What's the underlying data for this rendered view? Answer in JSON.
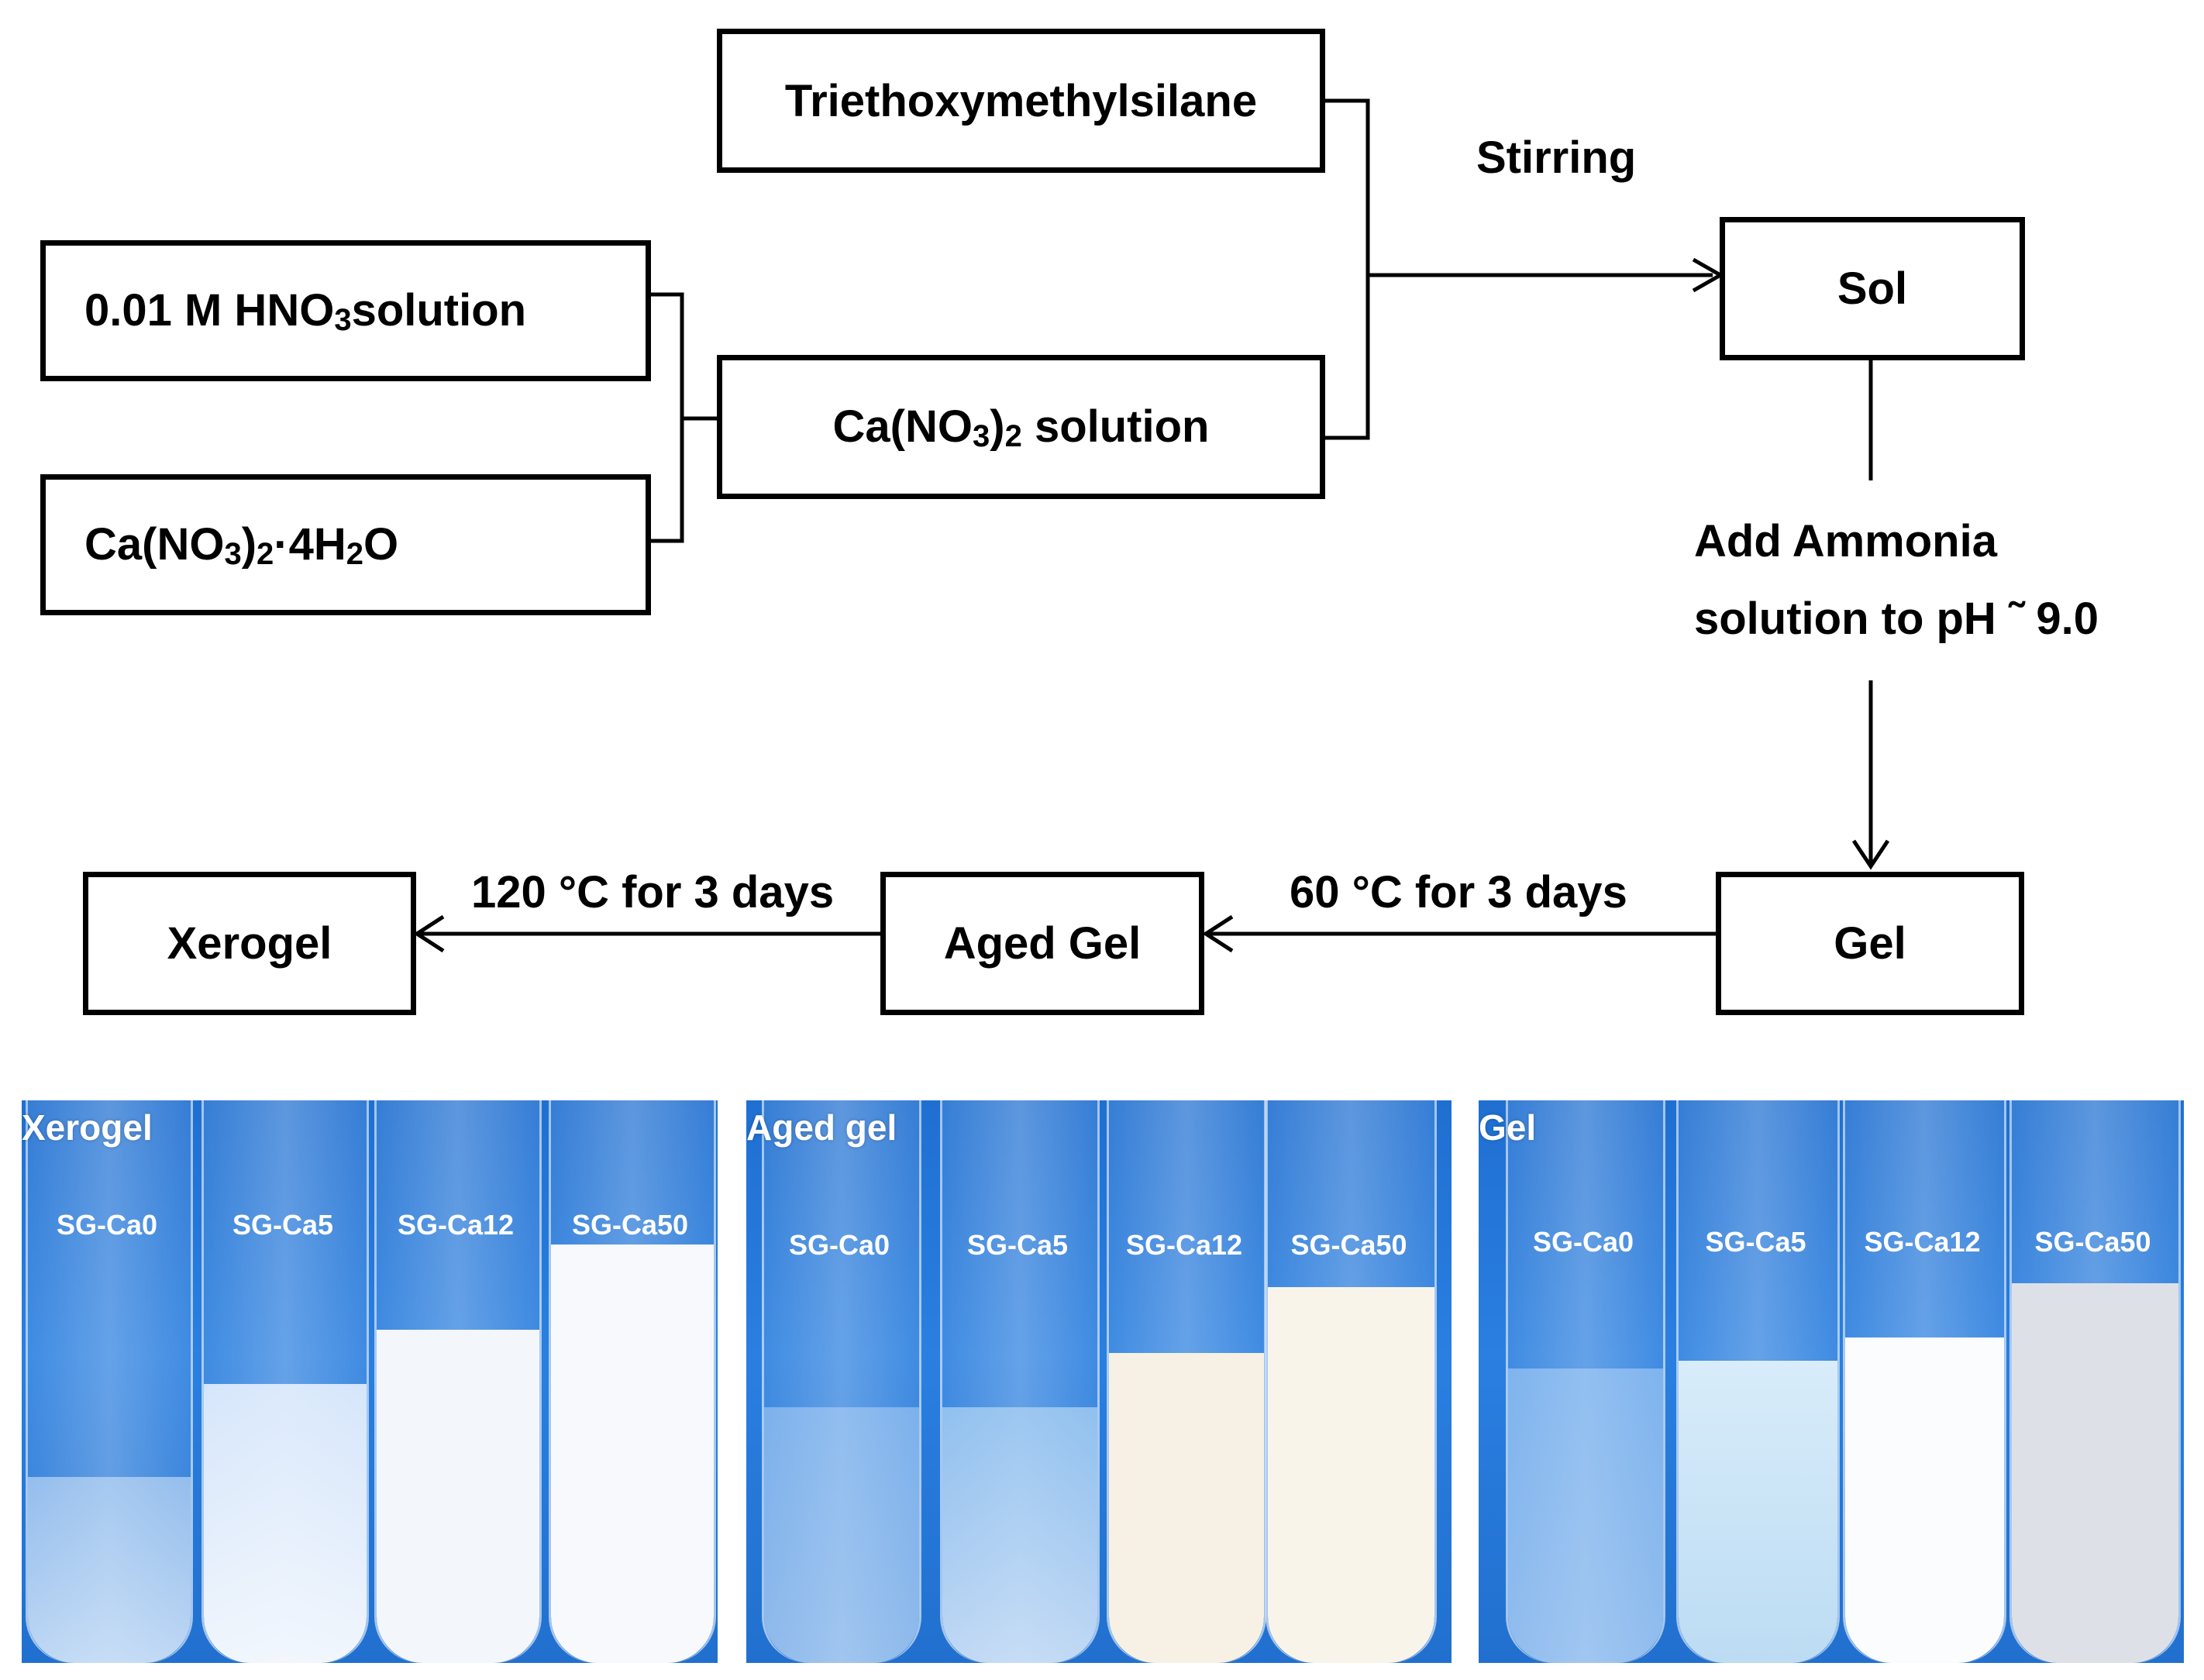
{
  "flowchart": {
    "boxes": {
      "triethoxymethylsilane": "Triethoxymethylsilane",
      "hno3_solution_prefix": "0.01 M HNO",
      "hno3_solution_sub": "3",
      "hno3_solution_suffix": "solution",
      "ca_nitrate_hydrate_prefix": "Ca(NO",
      "ca_nitrate_hydrate_sub1": "3",
      "ca_nitrate_hydrate_mid": ")",
      "ca_nitrate_hydrate_sub2": "2",
      "ca_nitrate_hydrate_dot": "·4H",
      "ca_nitrate_hydrate_sub3": "2",
      "ca_nitrate_hydrate_suffix": "O",
      "ca_nitrate_solution_prefix": "Ca(NO",
      "ca_nitrate_solution_sub1": "3",
      "ca_nitrate_solution_mid": ")",
      "ca_nitrate_solution_sub2": "2",
      "ca_nitrate_solution_suffix": " solution",
      "sol": "Sol",
      "gel": "Gel",
      "aged_gel": "Aged Gel",
      "xerogel": "Xerogel"
    },
    "labels": {
      "stirring": "Stirring",
      "ammonia_line1": "Add Ammonia",
      "ammonia_line2": "solution to pH ˜ 9.0",
      "aging_step": "60 °C for 3 days",
      "drying_step": "120 °C for 3 days"
    }
  },
  "photos": [
    {
      "title": "Xerogel",
      "tubes": [
        "SG-Ca0",
        "SG-Ca5",
        "SG-Ca12",
        "SG-Ca50"
      ]
    },
    {
      "title": "Aged gel",
      "tubes": [
        "SG-Ca0",
        "SG-Ca5",
        "SG-Ca12",
        "SG-Ca50"
      ]
    },
    {
      "title": "Gel",
      "tubes": [
        "SG-Ca0",
        "SG-Ca5",
        "SG-Ca12",
        "SG-Ca50"
      ]
    }
  ]
}
